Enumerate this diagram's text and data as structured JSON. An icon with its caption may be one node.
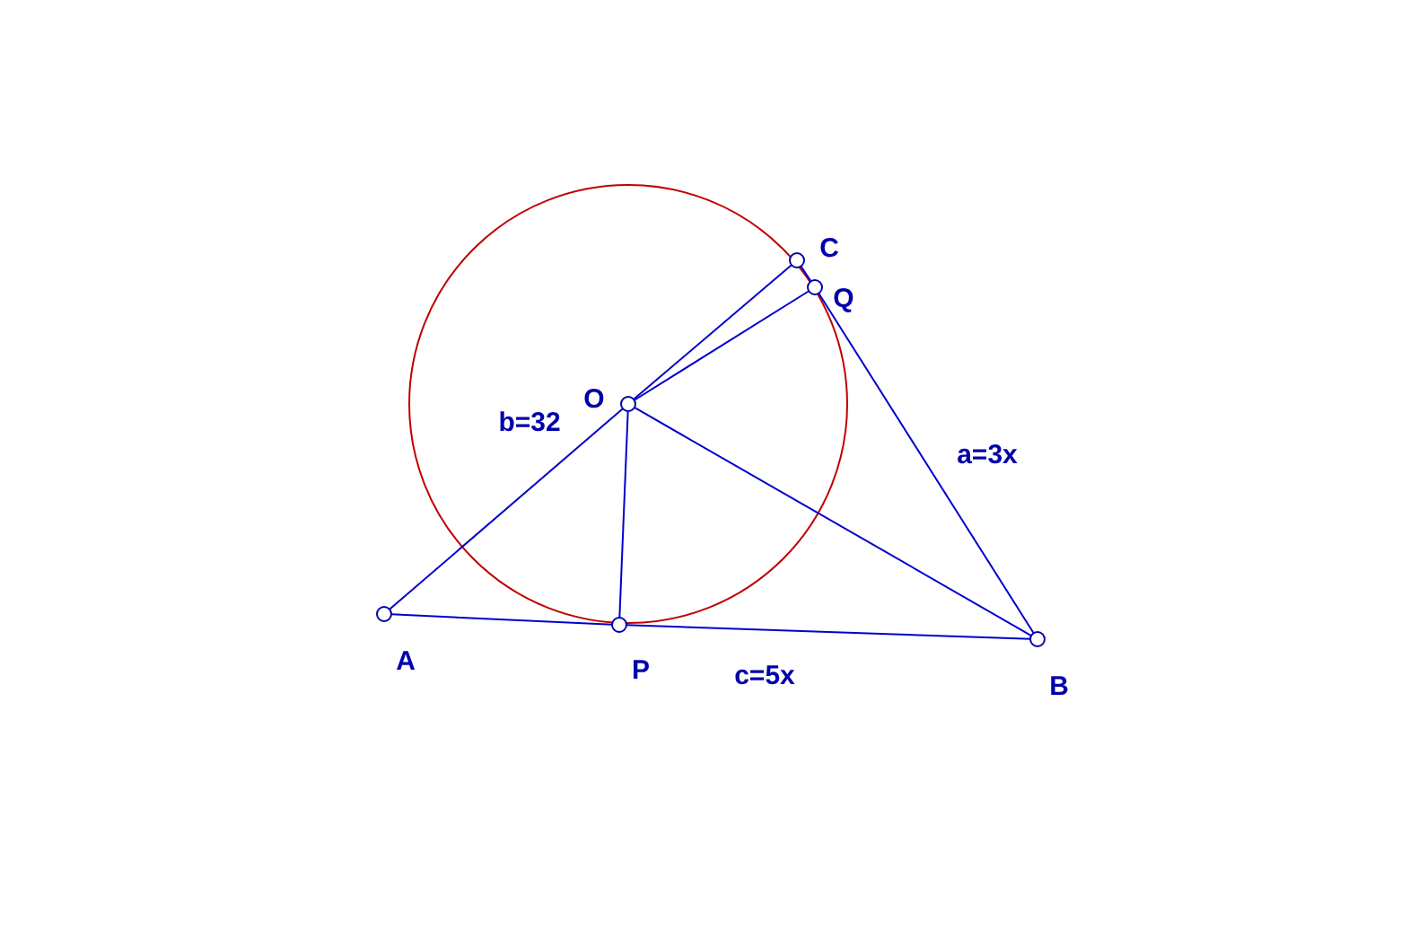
{
  "diagram": {
    "nodes": [
      {
        "text": [
          "C"
        ]
      },
      {
        "text": [
          "Q"
        ]
      },
      {
        "text": [
          "O"
        ]
      },
      {
        "text": [
          "A"
        ]
      },
      {
        "text": [
          "P"
        ]
      },
      {
        "text": [
          "B"
        ]
      }
    ],
    "edges": [
      {
        "from": 3,
        "to": 2,
        "arrow": "none"
      },
      {
        "from": 2,
        "to": 0,
        "arrow": "none"
      },
      {
        "from": 2,
        "to": 1,
        "arrow": "none"
      },
      {
        "from": 2,
        "to": 4,
        "arrow": "none"
      },
      {
        "from": 2,
        "to": 5,
        "arrow": "none"
      },
      {
        "from": 3,
        "to": 4,
        "arrow": "none"
      },
      {
        "from": 4,
        "to": 5,
        "arrow": "none"
      },
      {
        "from": 0,
        "to": 1,
        "arrow": "none"
      },
      {
        "from": 1,
        "to": 5,
        "arrow": "none"
      }
    ],
    "labels": [
      "b=32",
      "a=3x",
      "c=5x"
    ]
  }
}
